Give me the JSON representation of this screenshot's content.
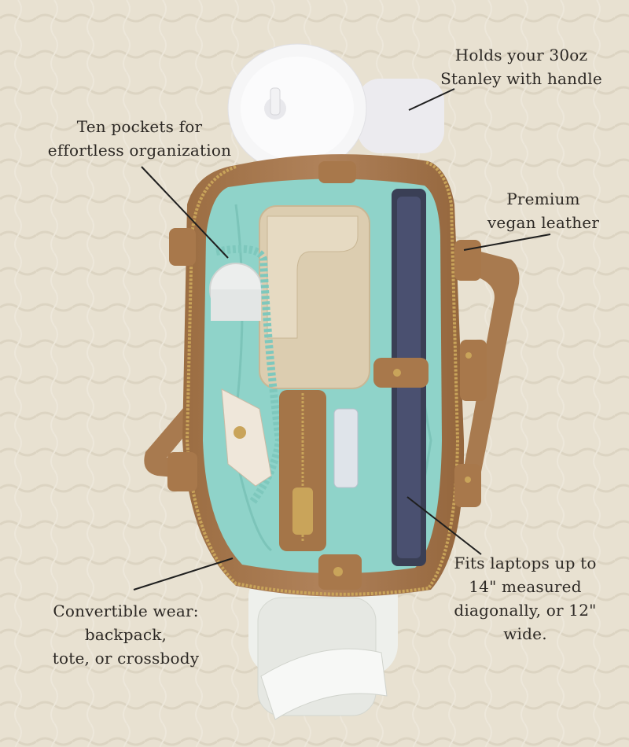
{
  "photo": {
    "subject": "open-tote-bag-top-view",
    "colors": {
      "rug": "#e8e1d1",
      "leather": "#a97a4e",
      "lining": "#8fd3c9",
      "zipper": "#c9a45a",
      "tumbler": "#f4f4f2",
      "case": "#dccdb0"
    }
  },
  "callouts": {
    "stanley": {
      "lines": [
        "Holds your 30oz",
        "Stanley with handle"
      ]
    },
    "pockets": {
      "lines": [
        "Ten pockets for",
        "effortless organization"
      ]
    },
    "leather": {
      "lines": [
        "Premium",
        "vegan leather"
      ]
    },
    "laptop": {
      "lines": [
        "Fits laptops up to",
        "14\" measured",
        "diagonally, or 12\"",
        "wide."
      ]
    },
    "wear": {
      "lines": [
        "Convertible wear:",
        "backpack,",
        "tote, or crossbody"
      ]
    }
  }
}
